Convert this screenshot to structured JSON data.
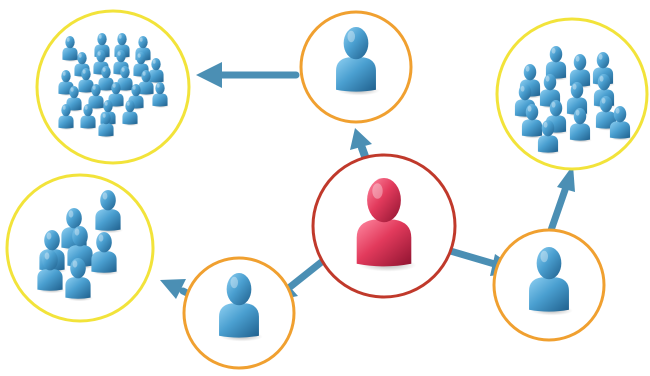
{
  "colors": {
    "background": "#ffffff",
    "central_person": "#e23a5c",
    "central_ring": "#c0392b",
    "contact_person": "#4a9fd0",
    "contact_ring": "#f0a030",
    "group_ring": "#f2e33a",
    "arrow": "#4b8fb4"
  },
  "icons": {
    "central": "person-icon",
    "contact": "person-icon",
    "group_member": "person-icon",
    "arrow": "arrow-icon"
  },
  "nodes": {
    "center": {
      "type": "central-person"
    },
    "contacts": [
      {
        "id": "top",
        "type": "contact"
      },
      {
        "id": "bottom-left",
        "type": "contact"
      },
      {
        "id": "right",
        "type": "contact"
      }
    ],
    "groups": [
      {
        "id": "top-left",
        "type": "crowd",
        "member_count": 24
      },
      {
        "id": "left",
        "type": "crowd",
        "member_count": 7
      },
      {
        "id": "top-right",
        "type": "crowd",
        "member_count": 14
      }
    ]
  },
  "edges": [
    {
      "from": "center",
      "to": "top"
    },
    {
      "from": "center",
      "to": "bottom-left"
    },
    {
      "from": "center",
      "to": "right"
    },
    {
      "from": "top",
      "to": "top-left"
    },
    {
      "from": "bottom-left",
      "to": "left"
    },
    {
      "from": "right",
      "to": "top-right"
    }
  ]
}
